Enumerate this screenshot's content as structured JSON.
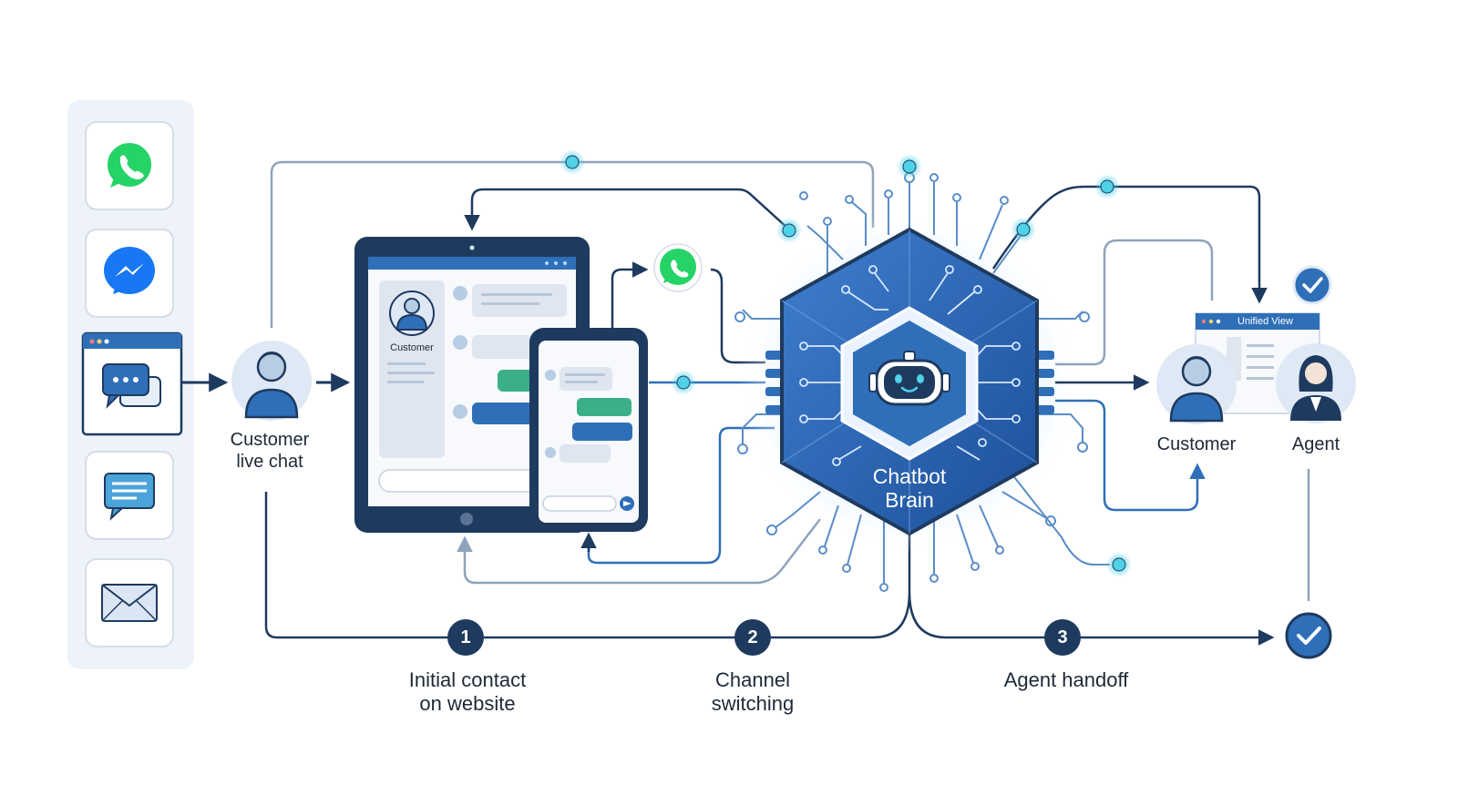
{
  "channels": [
    {
      "id": "whatsapp",
      "icon": "whatsapp-icon"
    },
    {
      "id": "messenger",
      "icon": "messenger-icon"
    },
    {
      "id": "web-chat",
      "icon": "web-chat-icon"
    },
    {
      "id": "sms",
      "icon": "sms-icon"
    },
    {
      "id": "email",
      "icon": "email-icon"
    }
  ],
  "customer_live_chat": {
    "line1": "Customer",
    "line2": "live chat"
  },
  "tablet": {
    "profile_label": "Customer"
  },
  "brain": {
    "line1": "Chatbot",
    "line2": "Brain"
  },
  "unified_view": {
    "title": "Unified View"
  },
  "people": {
    "customer": "Customer",
    "agent": "Agent"
  },
  "steps": [
    {
      "number": "1",
      "line1": "Initial contact",
      "line2": "on website"
    },
    {
      "number": "2",
      "line1": "Channel",
      "line2": "switching"
    },
    {
      "number": "3",
      "line1": "Agent handoff",
      "line2": ""
    }
  ],
  "colors": {
    "navy": "#1e3a5f",
    "blue": "#2f6fb8",
    "light_blue": "#4a90d9",
    "glow": "#4fd1e8",
    "teal": "#3aaf88",
    "line_gray": "#8fa3bd",
    "whatsapp": "#25d366",
    "panel": "#eef3fa"
  }
}
